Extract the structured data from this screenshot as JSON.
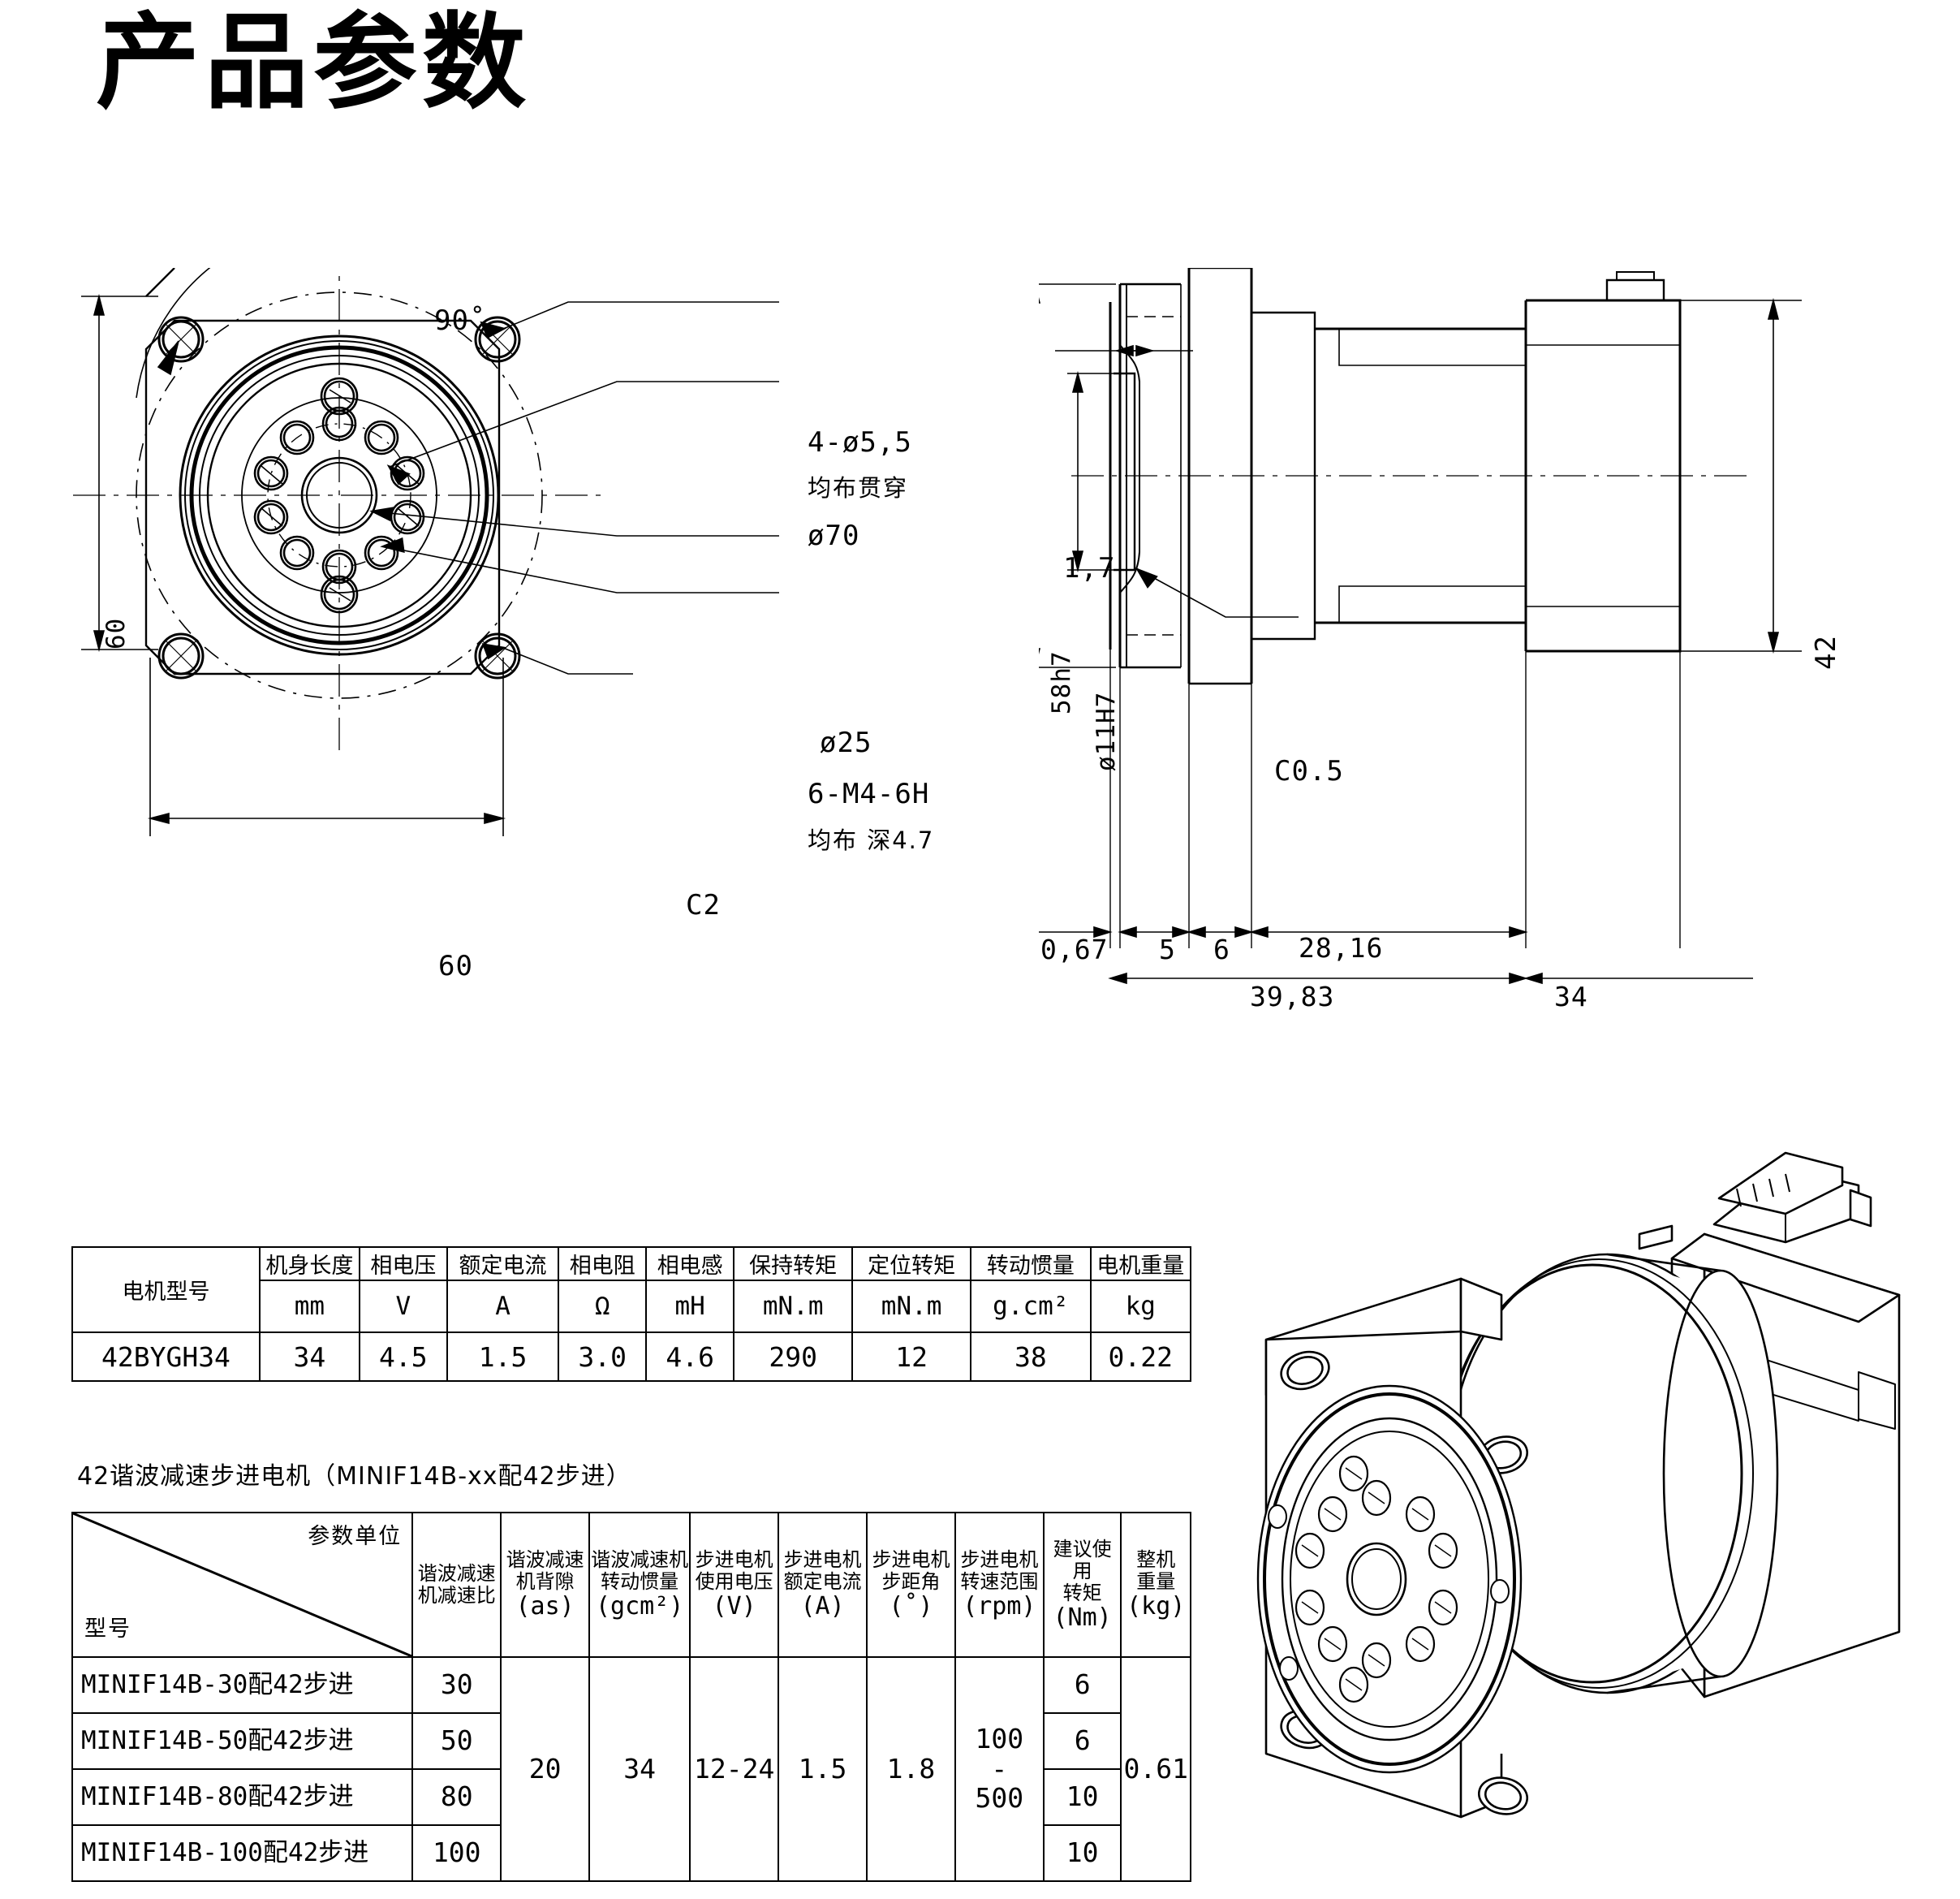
{
  "page": {
    "title": "产品参数"
  },
  "drawing": {
    "front_view": {
      "name": "front-view",
      "annotations": [
        {
          "key": "angle",
          "text": "90˚"
        },
        {
          "key": "hole_callout_1",
          "text": "4-ø5,5"
        },
        {
          "key": "hole_callout_1b",
          "text": "均布贯穿"
        },
        {
          "key": "pitch_circle",
          "text": "ø70"
        },
        {
          "key": "bore",
          "text": "ø25"
        },
        {
          "key": "thread_callout",
          "text": "6-M4-6H"
        },
        {
          "key": "thread_callout_b",
          "text": "均布 深4.7"
        },
        {
          "key": "chamfer",
          "text": "C2"
        },
        {
          "key": "height",
          "text": "60"
        },
        {
          "key": "width",
          "text": "60"
        }
      ]
    },
    "side_view": {
      "name": "side-view",
      "annotations": [
        {
          "key": "step",
          "text": "1,7"
        },
        {
          "key": "pilot_dia",
          "text": "58h7"
        },
        {
          "key": "bore_fit",
          "text": "ø11H7"
        },
        {
          "key": "chamfer",
          "text": "C0.5"
        },
        {
          "key": "motor_height",
          "text": "42"
        },
        {
          "key": "d1",
          "text": "0,67"
        },
        {
          "key": "d2",
          "text": "5"
        },
        {
          "key": "d3",
          "text": "6"
        },
        {
          "key": "d4",
          "text": "28,16"
        },
        {
          "key": "d5",
          "text": "39,83"
        },
        {
          "key": "d6",
          "text": "34"
        }
      ]
    }
  },
  "motor_table": {
    "name": "motor-spec-table",
    "headers": [
      "电机型号",
      "机身长度",
      "相电压",
      "额定电流",
      "相电阻",
      "相电感",
      "保持转矩",
      "定位转矩",
      "转动惯量",
      "电机重量"
    ],
    "units": [
      "",
      "mm",
      "V",
      "A",
      "Ω",
      "mH",
      "mN.m",
      "mN.m",
      "g.cm²",
      "kg"
    ],
    "rows": [
      [
        "42BYGH34",
        "34",
        "4.5",
        "1.5",
        "3.0",
        "4.6",
        "290",
        "12",
        "38",
        "0.22"
      ]
    ]
  },
  "gear_table": {
    "name": "harmonic-gear-table",
    "subtitle": "42谐波减速步进电机（MINIF14B-xx配42步进）",
    "corner_unit_label": "参数单位",
    "corner_model_label": "型号",
    "headers": [
      {
        "title": "谐波减速\n机减速比",
        "unit": ""
      },
      {
        "title": "谐波减速\n机背隙",
        "unit": "(as)"
      },
      {
        "title": "谐波减速机\n转动惯量",
        "unit": "(gcm²)"
      },
      {
        "title": "步进电机\n使用电压",
        "unit": "(V)"
      },
      {
        "title": "步进电机\n额定电流",
        "unit": "(A)"
      },
      {
        "title": "步进电机\n步距角",
        "unit": "(˚)"
      },
      {
        "title": "步进电机\n转速范围",
        "unit": "(rpm)"
      },
      {
        "title": "建议使用\n转矩",
        "unit": "(Nm)"
      },
      {
        "title": "整机\n重量",
        "unit": "(kg)"
      }
    ],
    "models": [
      "MINIF14B-30配42步进",
      "MINIF14B-50配42步进",
      "MINIF14B-80配42步进",
      "MINIF14B-100配42步进"
    ],
    "ratios": [
      "30",
      "50",
      "80",
      "100"
    ],
    "backlash": "20",
    "inertia": "34",
    "voltage": "12-24",
    "current": "1.5",
    "step_angle": "1.8",
    "speed_range_top": "100",
    "speed_range_dash": "-",
    "speed_range_bottom": "500",
    "torques": [
      "6",
      "6",
      "10",
      "10"
    ],
    "weight": "0.61"
  },
  "product_render": {
    "name": "product-3d-render",
    "caption": ""
  },
  "colors": {
    "line": "#000000",
    "background": "#ffffff"
  }
}
